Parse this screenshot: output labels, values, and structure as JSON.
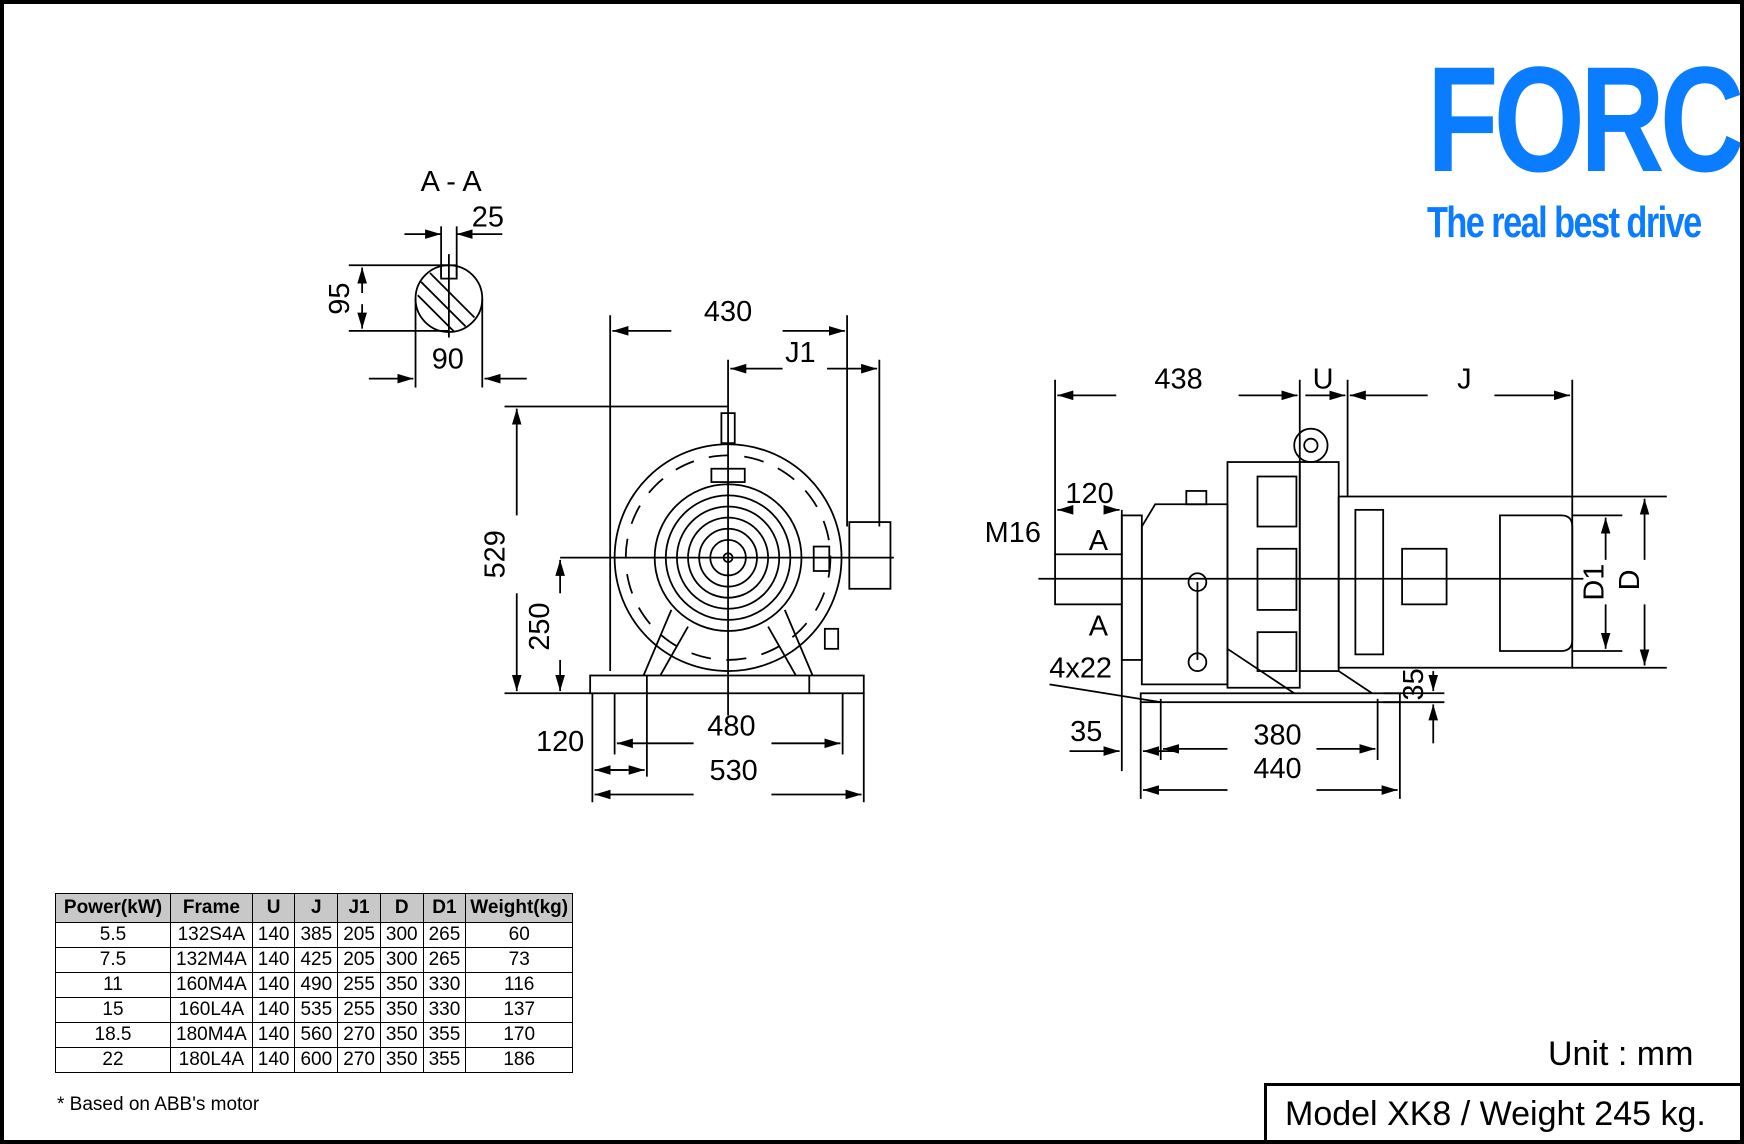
{
  "brand": {
    "name": "FORCE",
    "tagline": "The real best drive",
    "color": "#0a7cff"
  },
  "section_view": {
    "title": "A - A",
    "key_width": "25",
    "height": "95",
    "diameter": "90"
  },
  "front_view": {
    "width_top": "430",
    "j1": "J1",
    "height_total": "529",
    "shaft_height": "250",
    "foot_width": "120",
    "bolt_span": "480",
    "base_width": "530"
  },
  "side_view": {
    "length": "438",
    "u": "U",
    "j": "J",
    "shaft_length": "120",
    "thread": "M16",
    "section_mark": "A",
    "holes": "4x22",
    "d1": "D1",
    "d": "D",
    "base_thickness": "35",
    "foot_offset": "35",
    "bolt_span": "380",
    "base_length": "440"
  },
  "table": {
    "headers": [
      "Power(kW)",
      "Frame",
      "U",
      "J",
      "J1",
      "D",
      "D1",
      "Weight(kg)"
    ],
    "rows": [
      [
        "5.5",
        "132S4A",
        "140",
        "385",
        "205",
        "300",
        "265",
        "60"
      ],
      [
        "7.5",
        "132M4A",
        "140",
        "425",
        "205",
        "300",
        "265",
        "73"
      ],
      [
        "11",
        "160M4A",
        "140",
        "490",
        "255",
        "350",
        "330",
        "116"
      ],
      [
        "15",
        "160L4A",
        "140",
        "535",
        "255",
        "350",
        "330",
        "137"
      ],
      [
        "18.5",
        "180M4A",
        "140",
        "560",
        "270",
        "350",
        "355",
        "170"
      ],
      [
        "22",
        "180L4A",
        "140",
        "600",
        "270",
        "350",
        "355",
        "186"
      ]
    ],
    "footnote": "* Based on ABB's motor"
  },
  "unit": "Unit : mm",
  "model": "Model XK8 / Weight 245 kg."
}
